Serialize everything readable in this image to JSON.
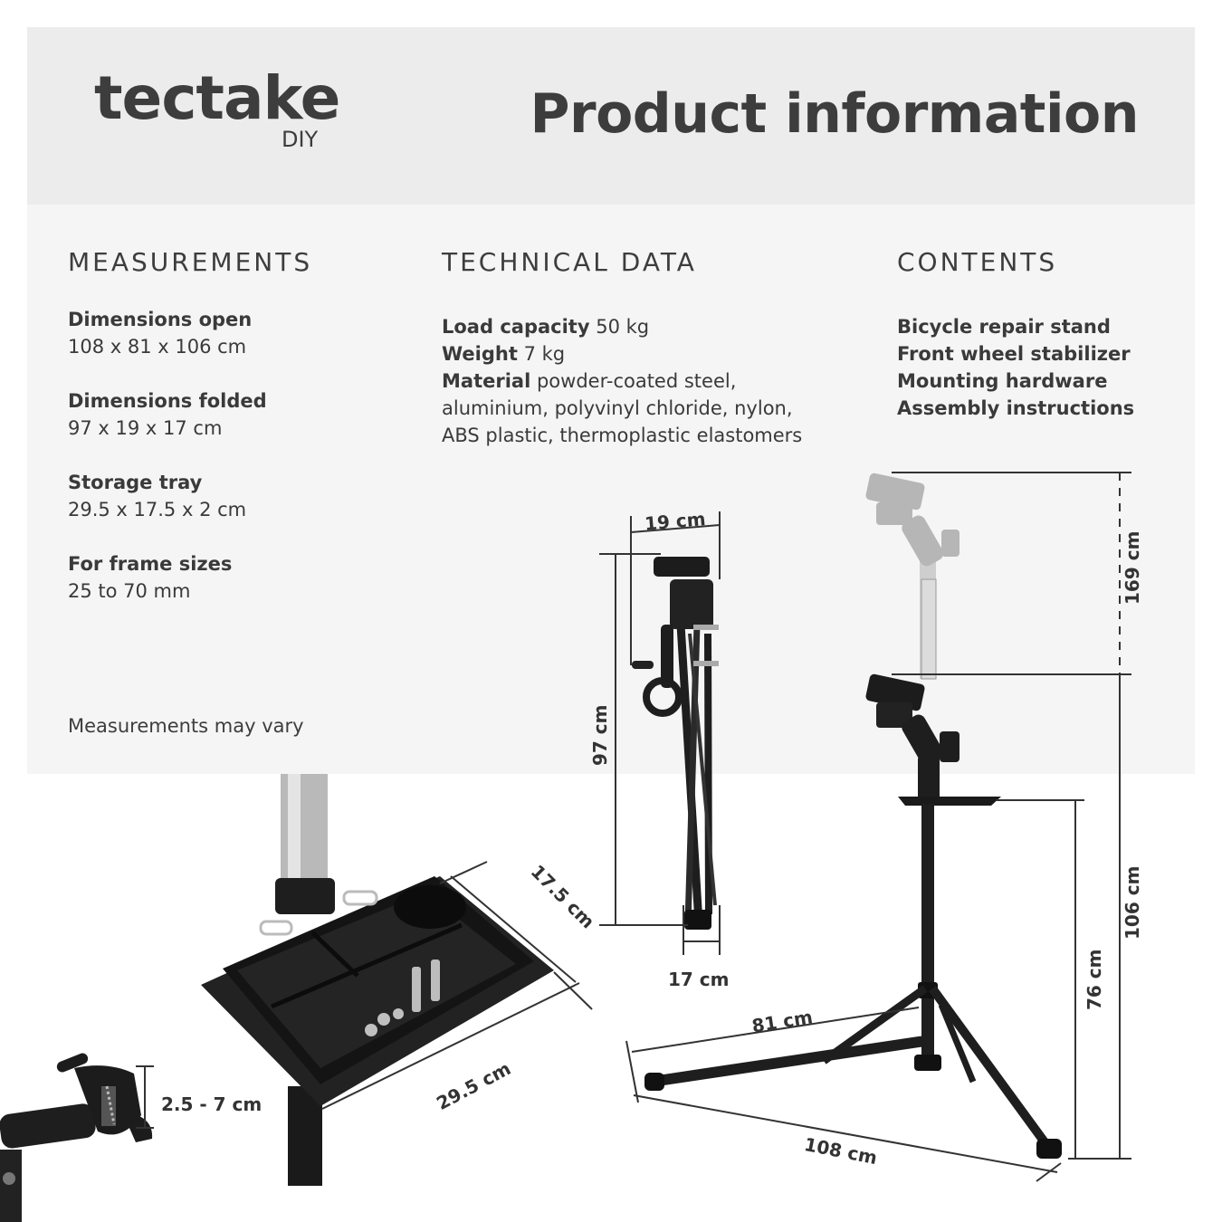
{
  "brand": {
    "name": "tectake",
    "sub": "DIY"
  },
  "title": "Product information",
  "measurements": {
    "heading": "MEASUREMENTS",
    "items": [
      {
        "label": "Dimensions open",
        "value": "108 x 81 x 106 cm"
      },
      {
        "label": "Dimensions folded",
        "value": "97 x 19 x 17  cm"
      },
      {
        "label": "Storage tray",
        "value": "29.5 x 17.5 x 2 cm"
      },
      {
        "label": "For frame sizes",
        "value": "25 to 70 mm"
      }
    ],
    "note": "Measurements may vary"
  },
  "technical": {
    "heading": "TECHNICAL DATA",
    "load_label": "Load capacity",
    "load_value": "50 kg",
    "weight_label": "Weight",
    "weight_value": "7 kg",
    "material_label": "Material",
    "material_value": "powder-coated steel, aluminium, polyvinyl chloride, nylon, ABS plastic, thermoplastic elastomers"
  },
  "contents": {
    "heading": "CONTENTS",
    "items": [
      "Bicycle repair stand",
      "Front wheel stabilizer",
      "Mounting hardware",
      "Assembly instructions"
    ]
  },
  "dimensions": {
    "folded_width": "19 cm",
    "folded_height": "97 cm",
    "folded_depth": "17 cm",
    "max_height": "169 cm",
    "open_height": "106 cm",
    "tray_height": "76 cm",
    "base_depth": "81 cm",
    "base_width": "108 cm",
    "tray_depth": "17.5 cm",
    "tray_width": "29.5 cm",
    "clamp_range": "2.5 - 7 cm"
  }
}
